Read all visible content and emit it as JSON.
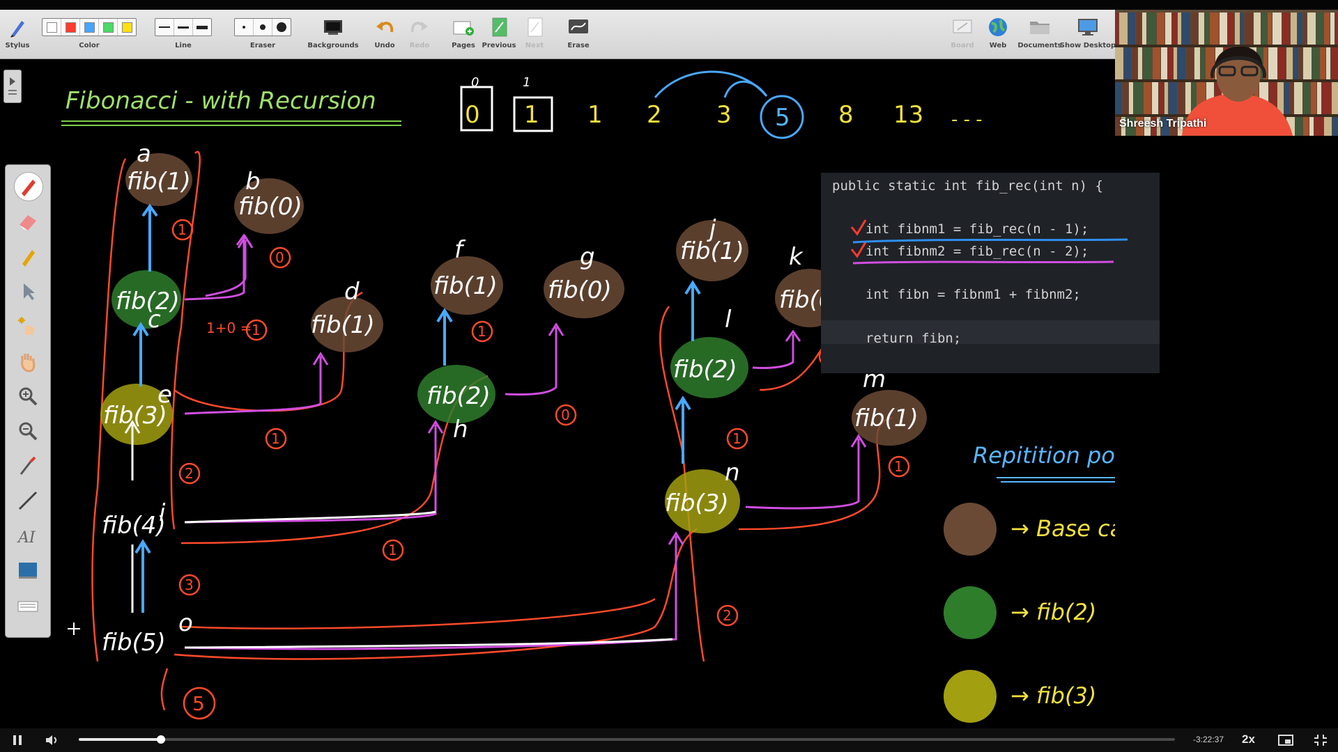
{
  "toolbar": {
    "stylus_label": "Stylus",
    "color_label": "Color",
    "colors": [
      "#ffffff",
      "#ff3b30",
      "#45a5ff",
      "#4cd964",
      "#ffe014"
    ],
    "line_label": "Line",
    "eraser_label": "Eraser",
    "backgrounds_label": "Backgrounds",
    "undo_label": "Undo",
    "redo_label": "Redo",
    "pages_label": "Pages",
    "previous_label": "Previous",
    "next_label": "Next",
    "erase_label": "Erase",
    "board_label": "Board",
    "web_label": "Web",
    "documents_label": "Documents",
    "show_desktop_label": "Show Desktop"
  },
  "webcam": {
    "presenter_name": "Shreesh Tripathi"
  },
  "board": {
    "title": "Fibonacci - with Recursion",
    "sequence": [
      "0",
      "1",
      "1",
      "2",
      "3",
      "5",
      "8",
      "13",
      "- - -"
    ],
    "sequence_index_marks": [
      "0",
      "1"
    ],
    "repetition_title": "Repitition point",
    "legend": [
      {
        "color": "#6b4a35",
        "label": "→ Base case"
      },
      {
        "color": "#2e7d2b",
        "label": "→ fib(2)"
      },
      {
        "color": "#a29f10",
        "label": "→ fib(3)"
      }
    ],
    "tree_letters": [
      "a",
      "b",
      "c",
      "d",
      "e",
      "f",
      "g",
      "h",
      "i",
      "j",
      "k",
      "l",
      "m",
      "n",
      "o"
    ]
  },
  "code": {
    "lines": [
      "public static int fib_rec(int n) {",
      "int fibnm1 = fib_rec(n - 1);",
      "int fibnm2 = fib_rec(n - 2);",
      "int fibn = fibnm1 + fibnm2;",
      "return fibn;"
    ]
  },
  "player": {
    "time_remaining": "-3:22:37",
    "speed": "2x",
    "progress": 0.075
  }
}
